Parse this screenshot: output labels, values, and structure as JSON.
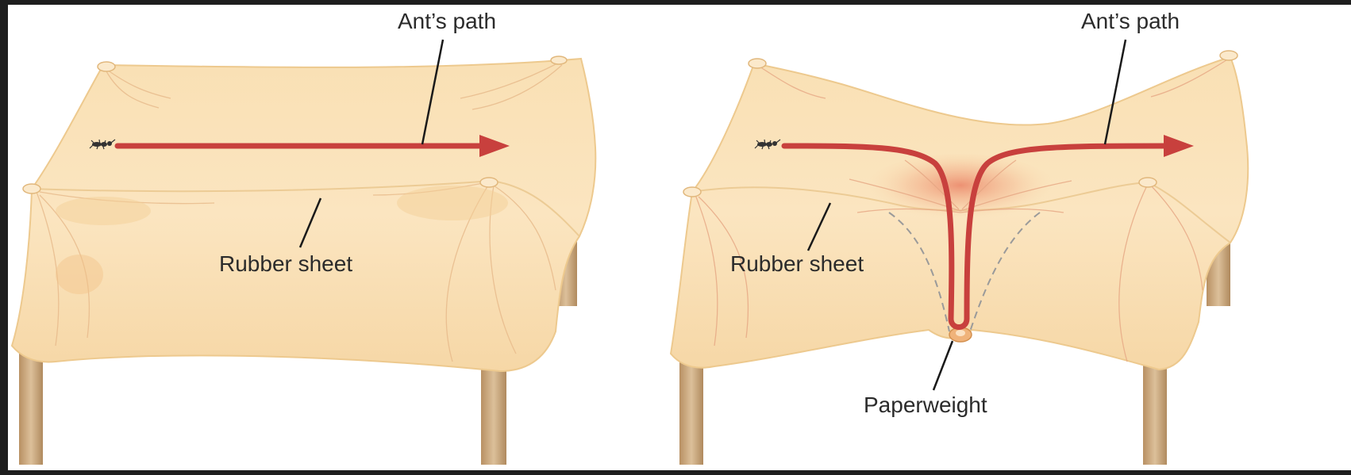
{
  "left_panel": {
    "path_label": "Ant’s path",
    "sheet_label": "Rubber sheet"
  },
  "right_panel": {
    "path_label": "Ant’s path",
    "sheet_label": "Rubber sheet",
    "weight_label": "Paperweight"
  },
  "colors": {
    "sheet": "#f8ddaf",
    "sheet_shadow": "#f0c98c",
    "legs": "#c9a67a",
    "path": "#c8403d",
    "outline": "#e9c487",
    "background": "#1e1e1e"
  }
}
